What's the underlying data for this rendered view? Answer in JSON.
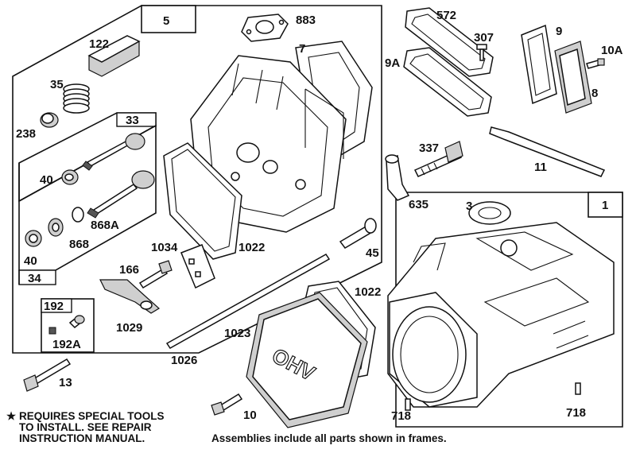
{
  "labels": {
    "p5": "5",
    "p883": "883",
    "p122": "122",
    "p7": "7",
    "p35": "35",
    "p238": "238",
    "p33": "33",
    "p40a": "40",
    "p868a": "868A",
    "p868": "868",
    "p40b": "40",
    "p34": "34",
    "p1034": "1034",
    "p1022a": "1022",
    "p166": "166",
    "p1029": "1029",
    "p192": "192",
    "p192a": "192A",
    "p572": "572",
    "p307": "307",
    "p9a": "9A",
    "p9": "9",
    "p10a": "10A",
    "p8": "8",
    "p337": "337",
    "p635": "635",
    "p11": "11",
    "p1": "1",
    "p3": "3",
    "p45": "45",
    "p1022b": "1022",
    "p1023": "1023",
    "p1026": "1026",
    "p13": "13",
    "p10": "10",
    "p718a": "718",
    "p718b": "718"
  },
  "notes": {
    "special_tools": "REQUIRES SPECIAL TOOLS TO INSTALL.  SEE REPAIR INSTRUCTION MANUAL.",
    "special_tools_line1": "REQUIRES SPECIAL TOOLS",
    "special_tools_line2": "TO INSTALL.  SEE REPAIR",
    "special_tools_line3": "INSTRUCTION MANUAL.",
    "star_symbol": "★",
    "assemblies": "Assemblies include all parts shown in frames."
  },
  "cover_text": "OHV"
}
